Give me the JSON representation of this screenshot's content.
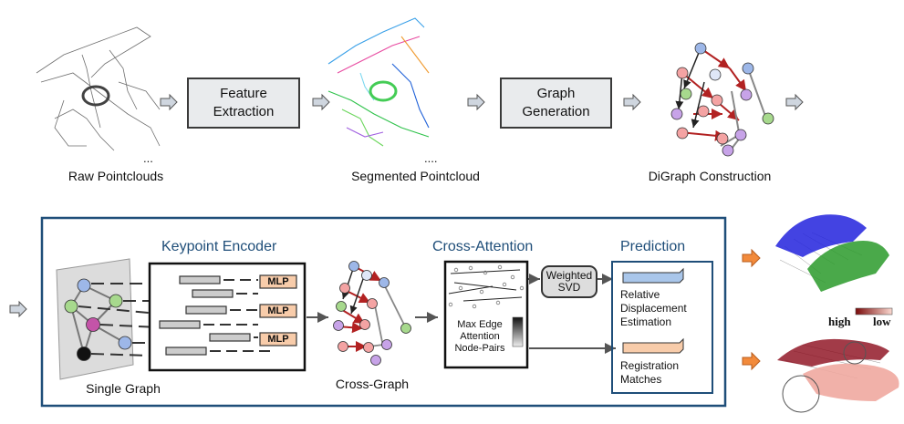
{
  "top_row": {
    "raw_label": "Raw Pointclouds",
    "raw_dots": "...",
    "feature_box": [
      "Feature",
      "Extraction"
    ],
    "segmented_label": "Segmented Pointcloud",
    "seg_dots": "....",
    "graph_box": [
      "Graph",
      "Generation"
    ],
    "digraph_label": "DiGraph Construction"
  },
  "bottom": {
    "keypoint_encoder": "Keypoint Encoder",
    "mlp": "MLP",
    "single_graph": "Single Graph",
    "cross_graph": "Cross-Graph",
    "cross_attention": "Cross-Attention",
    "attention_lines": [
      "Max Edge",
      "Attention",
      "Node-Pairs"
    ],
    "weighted_svd": [
      "Weighted",
      "SVD"
    ],
    "prediction": "Prediction",
    "relative_lines": [
      "Relative",
      "Displacement",
      "Estimation"
    ],
    "registration_lines": [
      "Registration",
      "Matches"
    ],
    "legend_high": "high",
    "legend_low": "low"
  },
  "colors": {
    "accent_blue": "#1f4e79",
    "arrow_orange": "#e07b39",
    "edge_red": "#b22222",
    "node_blue": "#9db7e8",
    "node_green": "#a7d98d",
    "node_pink": "#f4a3a3",
    "node_purple": "#c7a3e8",
    "node_magenta": "#c454a8"
  }
}
